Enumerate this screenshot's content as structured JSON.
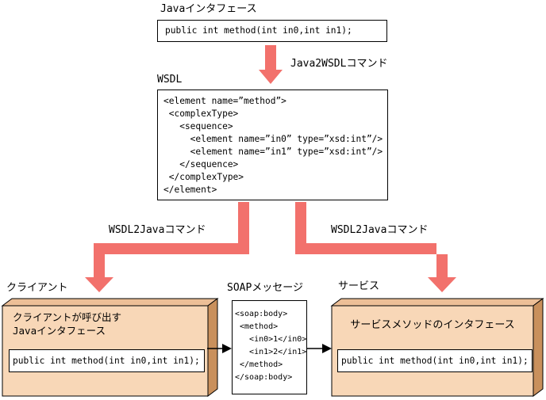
{
  "colors": {
    "arrow": "#F2716C",
    "box_front": "#F8D7B7",
    "box_top": "#EDBF97",
    "box_side": "#C9905C",
    "connector": "#000000"
  },
  "diagram": {
    "java_interface": {
      "label": "Javaインタフェース",
      "code": "public int method(int in0,int in1);"
    },
    "java2wsdl": {
      "label": "Java2WSDLコマンド"
    },
    "wsdl": {
      "label": "WSDL",
      "code_lines": [
        "<element name=”method”>",
        " <complexType>",
        "   <sequence>",
        "     <element name=”in0” type=”xsd:int”/>",
        "     <element name=”in1” type=”xsd:int”/>",
        "   </sequence>",
        " </complexType>",
        "</element>"
      ]
    },
    "wsdl2java_left": {
      "label": "WSDL2Javaコマンド"
    },
    "wsdl2java_right": {
      "label": "WSDL2Javaコマンド"
    },
    "client": {
      "label": "クライアント",
      "title_line1": "クライアントが呼び出す",
      "title_line2": "Javaインタフェース",
      "code": "public int method(int in0,int in1);"
    },
    "soap": {
      "label": "SOAPメッセージ",
      "code_lines": [
        "<soap:body>",
        " <method>",
        "   <in0>1</in0>",
        "   <in1>2</in1>",
        " </method>",
        "</soap:body>"
      ]
    },
    "service": {
      "label": "サービス",
      "title": "サービスメソッドのインタフェース",
      "code": "public int method(int in0,int in1);"
    }
  }
}
